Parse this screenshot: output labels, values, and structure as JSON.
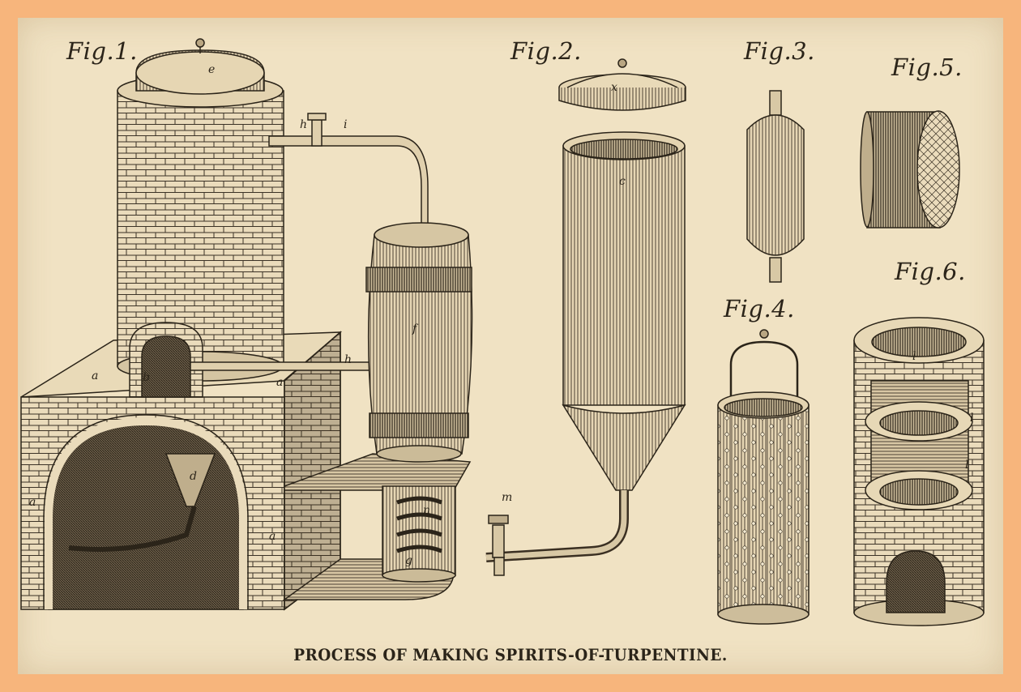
{
  "caption": "PROCESS OF MAKING SPIRITS-OF-TURPENTINE.",
  "figures": {
    "fig1": "Fig.1.",
    "fig2": "Fig.2.",
    "fig3": "Fig.3.",
    "fig4": "Fig.4.",
    "fig5": "Fig.5.",
    "fig6": "Fig.6."
  },
  "letters": {
    "e": "e",
    "h": "h",
    "i": "i",
    "f": "f",
    "h2": "h",
    "a1": "a",
    "a2": "a",
    "a3": "a",
    "a4": "a",
    "d": "d",
    "b": "b",
    "n": "n",
    "g": "g",
    "x": "x",
    "c": "c",
    "m": "m",
    "l1": "l",
    "l2": "l",
    "l3": "l"
  },
  "colors": {
    "border": "#f7b57c",
    "paper": "#f0e2c3",
    "ink": "#2b2419"
  }
}
